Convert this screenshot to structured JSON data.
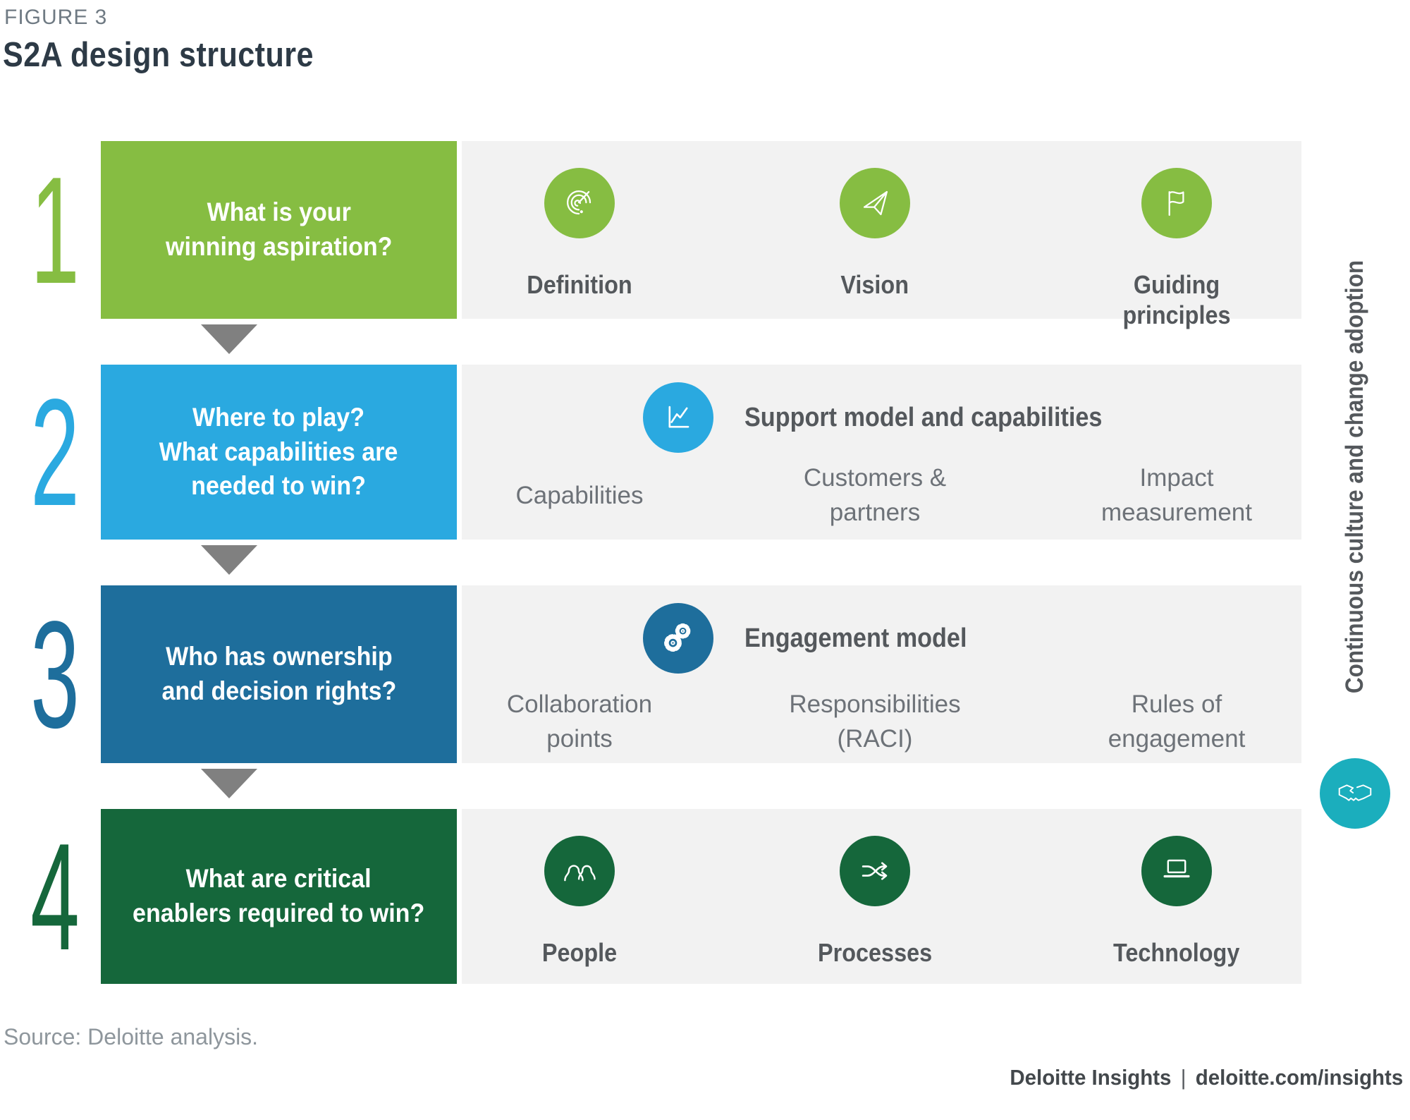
{
  "figure": {
    "label": "FIGURE 3",
    "title": "S2A design structure"
  },
  "rows": [
    {
      "number": "1",
      "question": "What is your\nwinning aspiration?",
      "items": [
        {
          "label": "Definition",
          "icon": "target-spiral-icon"
        },
        {
          "label": "Vision",
          "icon": "paper-plane-icon"
        },
        {
          "label": "Guiding principles",
          "icon": "flag-icon"
        }
      ],
      "color": "#86BD42"
    },
    {
      "number": "2",
      "question": "Where to play?\nWhat capabilities are\nneeded to win?",
      "model_title": "Support model and capabilities",
      "model_icon": "line-chart-icon",
      "items": [
        {
          "label": "Capabilities"
        },
        {
          "label": "Customers &\npartners"
        },
        {
          "label": "Impact\nmeasurement"
        }
      ],
      "color": "#2AA9E0"
    },
    {
      "number": "3",
      "question": "Who has ownership\nand decision rights?",
      "model_title": "Engagement model",
      "model_icon": "gears-icon",
      "items": [
        {
          "label": "Collaboration\npoints"
        },
        {
          "label": "Responsibilities\n(RACI)"
        },
        {
          "label": "Rules of\nengagement"
        }
      ],
      "color": "#1E6E9C"
    },
    {
      "number": "4",
      "question": "What are critical\nenablers required to win?",
      "items": [
        {
          "label": "People",
          "icon": "people-icon"
        },
        {
          "label": "Processes",
          "icon": "shuffle-icon"
        },
        {
          "label": "Technology",
          "icon": "laptop-icon"
        }
      ],
      "color": "#15673B"
    }
  ],
  "side": {
    "label": "Continuous culture and change adoption",
    "icon": "handshake-icon",
    "color": "#1BAEBD"
  },
  "footer": {
    "source": "Source: Deloitte analysis.",
    "brand": "Deloitte Insights",
    "separator": "|",
    "url": "deloitte.com/insights"
  },
  "colors": {
    "green": "#86BD42",
    "light_blue": "#2AA9E0",
    "dark_blue": "#1E6E9C",
    "dark_green": "#15673B",
    "teal": "#1BAEBD",
    "arrow_gray": "#808080",
    "panel_gray": "#F2F2F2"
  }
}
